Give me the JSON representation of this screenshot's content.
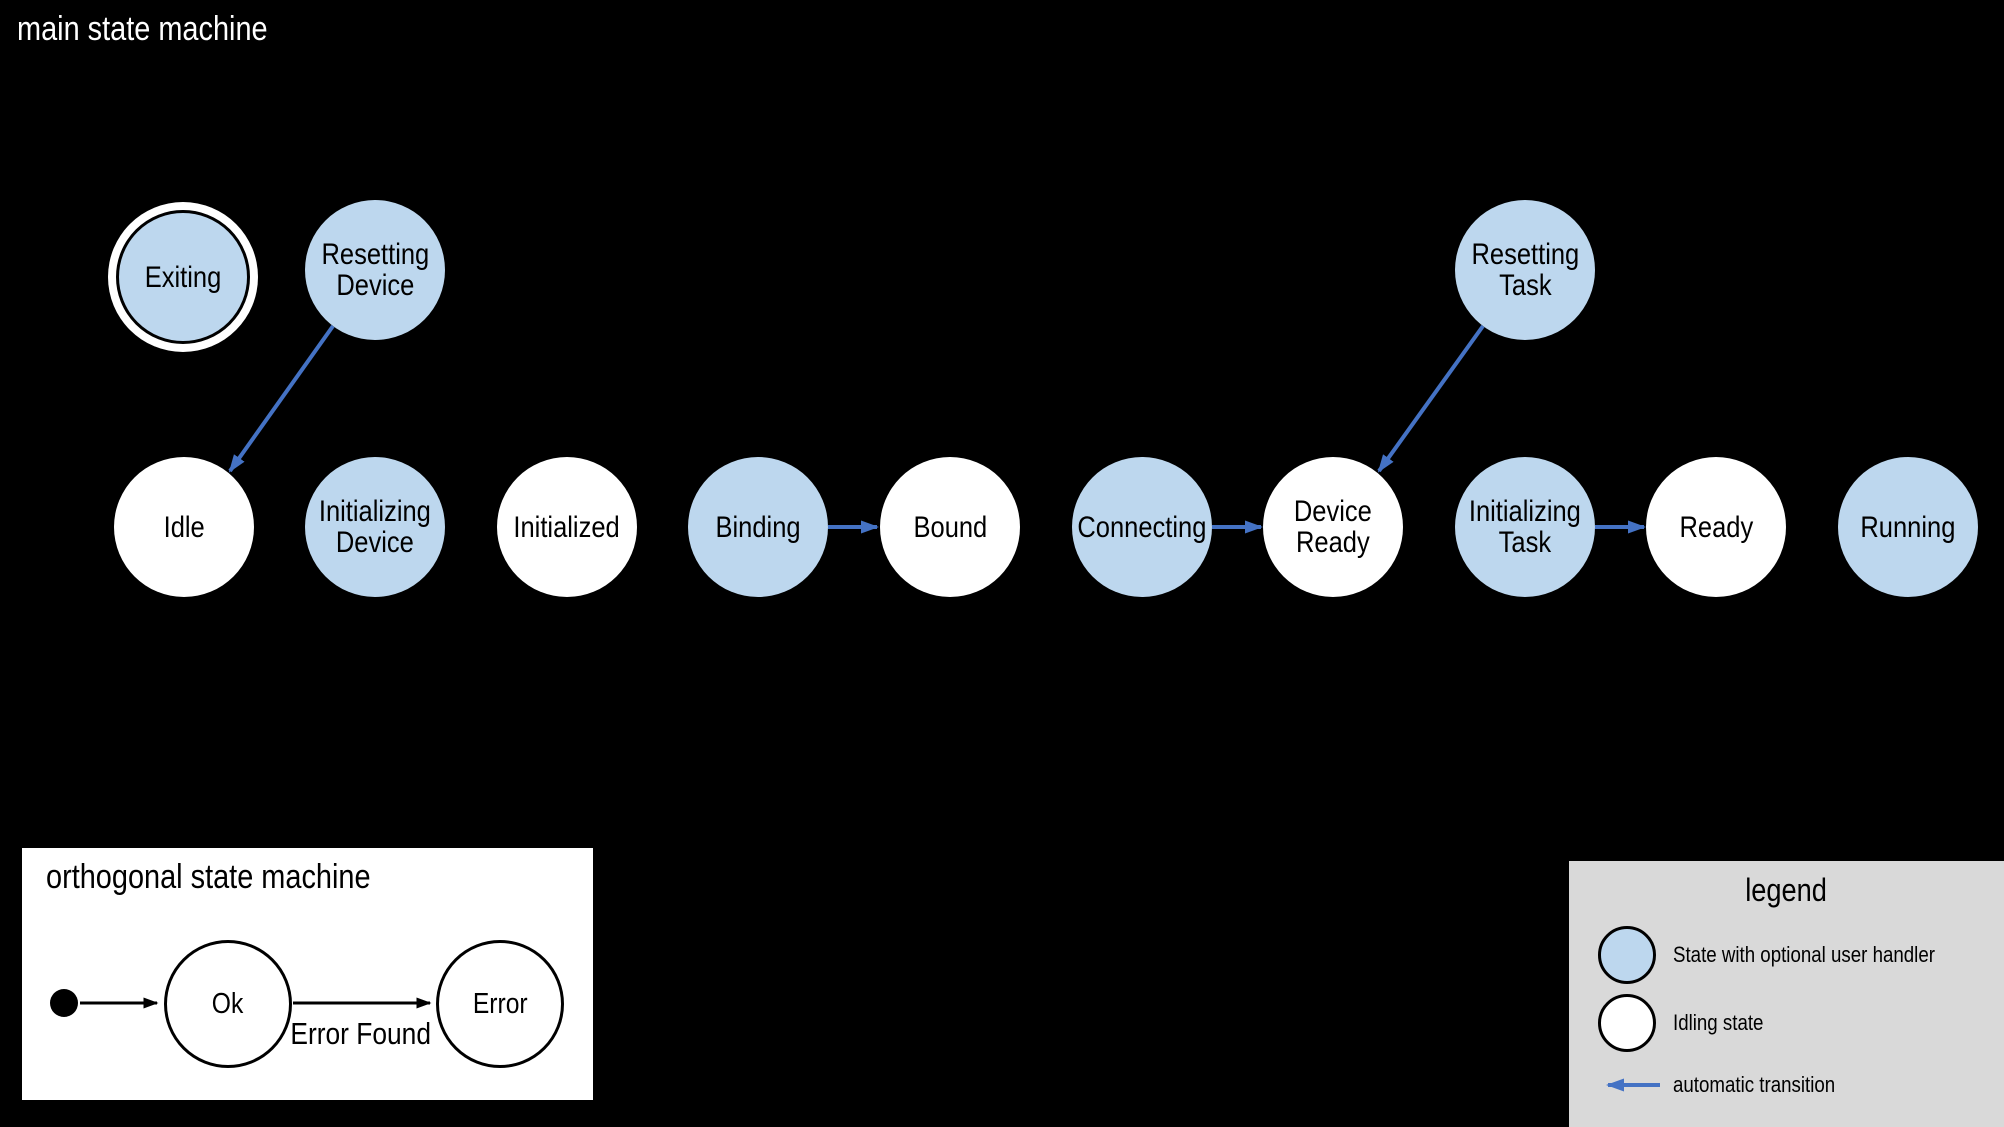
{
  "main_machine": {
    "title": "main state machine",
    "states": [
      {
        "id": "exiting",
        "label": "Exiting",
        "type": "final-with-handler"
      },
      {
        "id": "resetting-device",
        "label": "Resetting\nDevice",
        "type": "handler"
      },
      {
        "id": "resetting-task",
        "label": "Resetting\nTask",
        "type": "handler"
      },
      {
        "id": "idle",
        "label": "Idle",
        "type": "idling"
      },
      {
        "id": "initializing-device",
        "label": "Initializing\nDevice",
        "type": "handler"
      },
      {
        "id": "initialized",
        "label": "Initialized",
        "type": "idling"
      },
      {
        "id": "binding",
        "label": "Binding",
        "type": "handler"
      },
      {
        "id": "bound",
        "label": "Bound",
        "type": "idling"
      },
      {
        "id": "connecting",
        "label": "Connecting",
        "type": "handler"
      },
      {
        "id": "device-ready",
        "label": "Device\nReady",
        "type": "idling"
      },
      {
        "id": "initializing-task",
        "label": "Initializing\nTask",
        "type": "handler"
      },
      {
        "id": "ready",
        "label": "Ready",
        "type": "idling"
      },
      {
        "id": "running",
        "label": "Running",
        "type": "handler"
      }
    ],
    "auto_transitions": [
      "Resetting Device -> Idle",
      "Resetting Task -> Device Ready",
      "Binding -> Bound",
      "Connecting -> Device Ready",
      "Initializing Task -> Ready"
    ]
  },
  "orthogonal_machine": {
    "title": "orthogonal state machine",
    "states": [
      {
        "id": "ok",
        "label": "Ok"
      },
      {
        "id": "error",
        "label": "Error"
      }
    ],
    "transition_label": "Error Found"
  },
  "legend": {
    "title": "legend",
    "items": [
      {
        "swatch": "handler-state",
        "label": "State with optional user handler"
      },
      {
        "swatch": "idling-state",
        "label": "Idling state"
      },
      {
        "swatch": "auto-transition-arrow",
        "label": "automatic transition"
      }
    ]
  },
  "colors": {
    "background": "#000000",
    "handler_state_fill": "#bdd7ee",
    "idling_state_fill": "#ffffff",
    "auto_transition_blue": "#4472c4",
    "legend_background": "#d9d9d9",
    "text_on_dark": "#ffffff",
    "text_on_light": "#000000"
  }
}
